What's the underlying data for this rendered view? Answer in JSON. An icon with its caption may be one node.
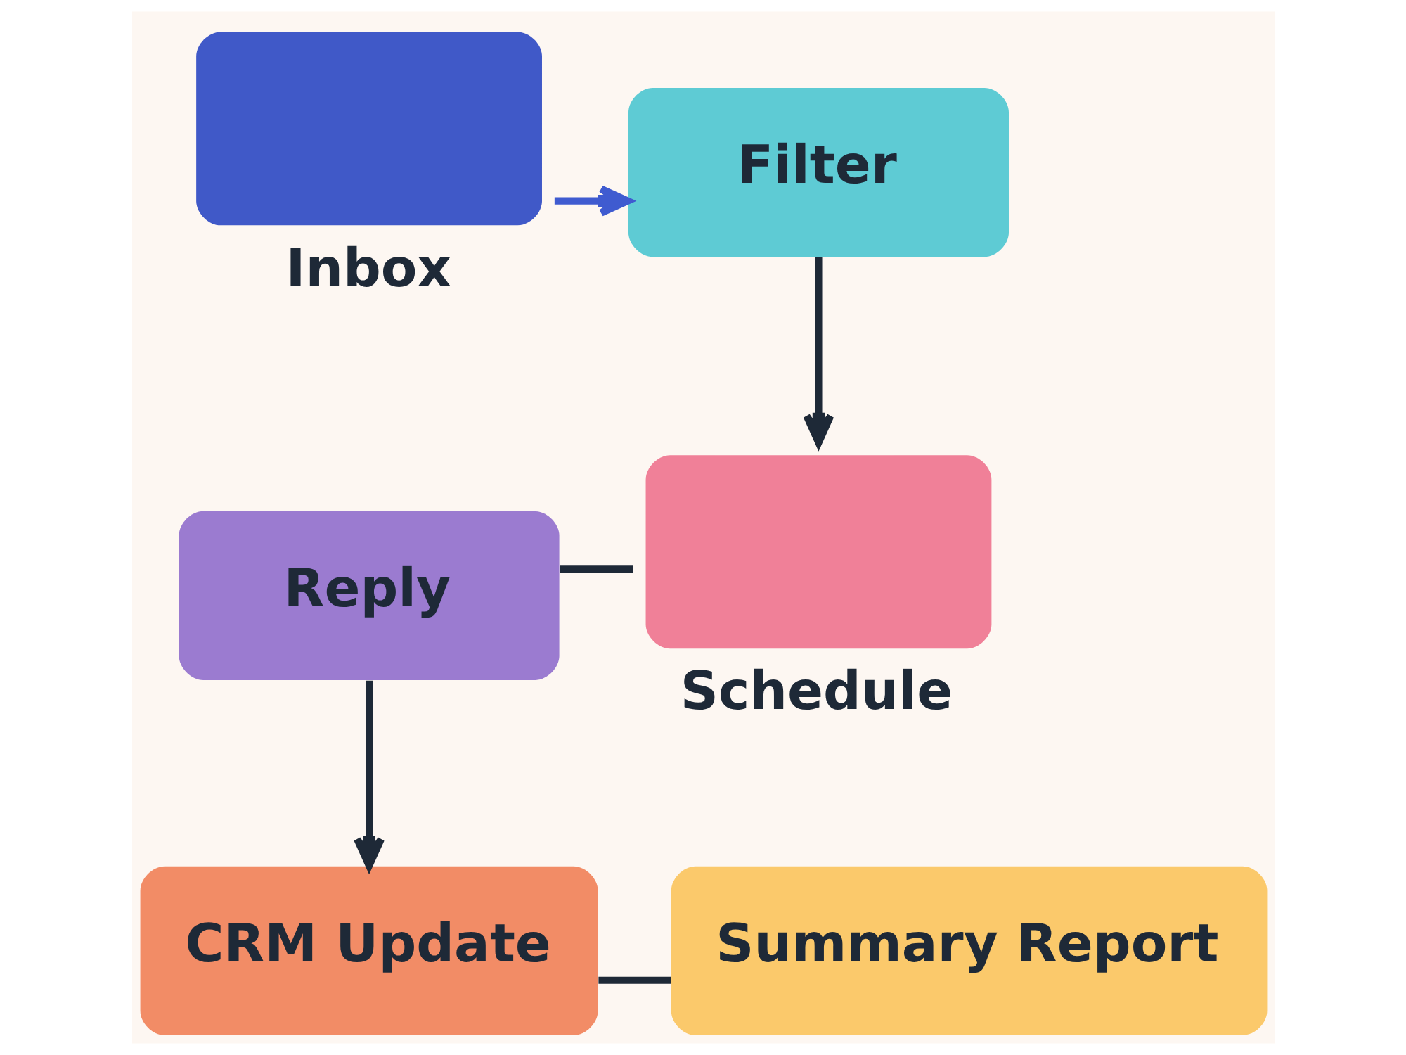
{
  "diagram": {
    "nodes": [
      {
        "text": [
          "Inbox"
        ]
      },
      {
        "text": [
          "Filter"
        ]
      },
      {
        "text": [
          "Schedule"
        ]
      },
      {
        "text": [
          "Reply"
        ]
      },
      {
        "text": [
          "CRM Update"
        ]
      },
      {
        "text": [
          "Summary Report"
        ]
      }
    ],
    "edges": [
      {
        "from": 0,
        "to": 1,
        "arrow": "to",
        "color": "#3f5bd0"
      },
      {
        "from": 1,
        "to": 2,
        "arrow": "to"
      },
      {
        "from": 2,
        "to": 3,
        "arrow": "none"
      },
      {
        "from": 3,
        "to": 4,
        "arrow": "to"
      },
      {
        "from": 4,
        "to": 5,
        "arrow": "none"
      }
    ]
  }
}
